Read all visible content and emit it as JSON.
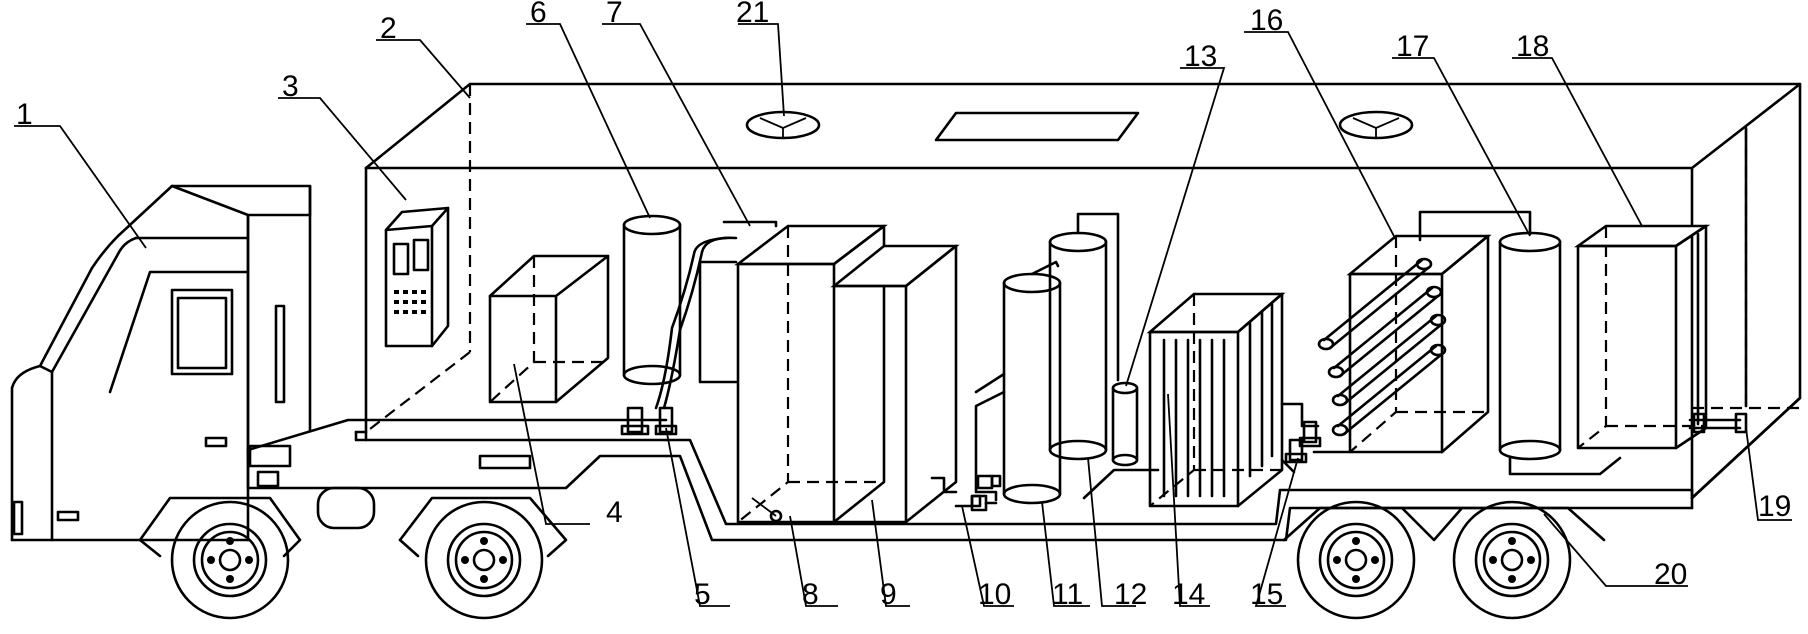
{
  "diagram": {
    "labels": {
      "l1": "1",
      "l2": "2",
      "l3": "3",
      "l4": "4",
      "l5": "5",
      "l6": "6",
      "l7": "7",
      "l8": "8",
      "l9": "9",
      "l10": "10",
      "l11": "11",
      "l12": "12",
      "l13": "13",
      "l14": "14",
      "l15": "15",
      "l16": "16",
      "l17": "17",
      "l18": "18",
      "l19": "19",
      "l20": "20",
      "l21": "21"
    },
    "colors": {
      "line": "#000000",
      "background": "#ffffff"
    }
  }
}
